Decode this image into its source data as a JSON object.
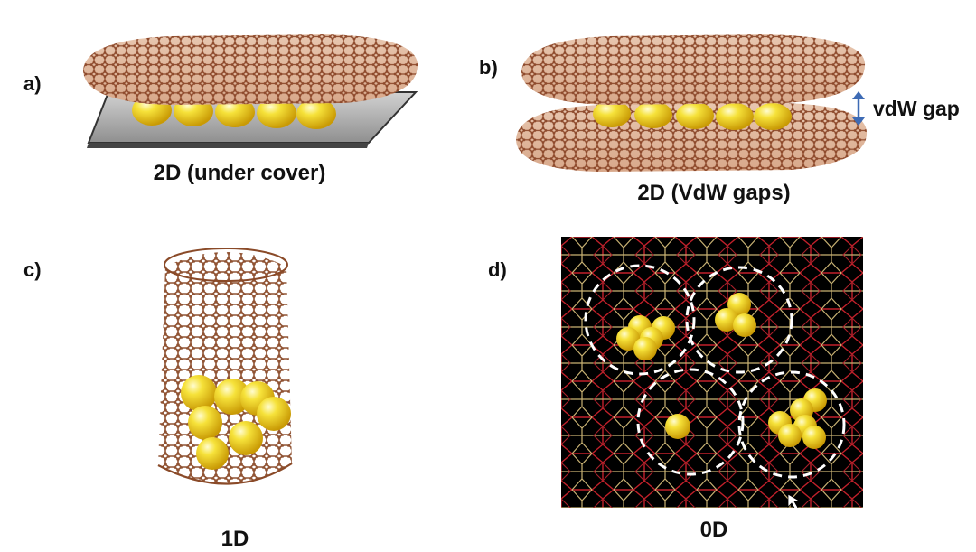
{
  "panels": [
    {
      "letter": "a)",
      "caption": "2D (under cover)"
    },
    {
      "letter": "b)",
      "caption": "2D (VdW gaps)"
    },
    {
      "letter": "c)",
      "caption": "1D"
    },
    {
      "letter": "d)",
      "caption": "0D"
    }
  ],
  "gap_label": "vdW gap",
  "colors": {
    "sheet": "#b5714e",
    "atom": "#8e4a2c",
    "cluster": "#f3d21a",
    "substrate": "#a9a9a9",
    "arrow": "#3e6bb5",
    "framework_bg": "#000000",
    "framework_red": "#c2202a",
    "framework_gold": "#c9b273",
    "cage_circle": "#ffffff"
  }
}
